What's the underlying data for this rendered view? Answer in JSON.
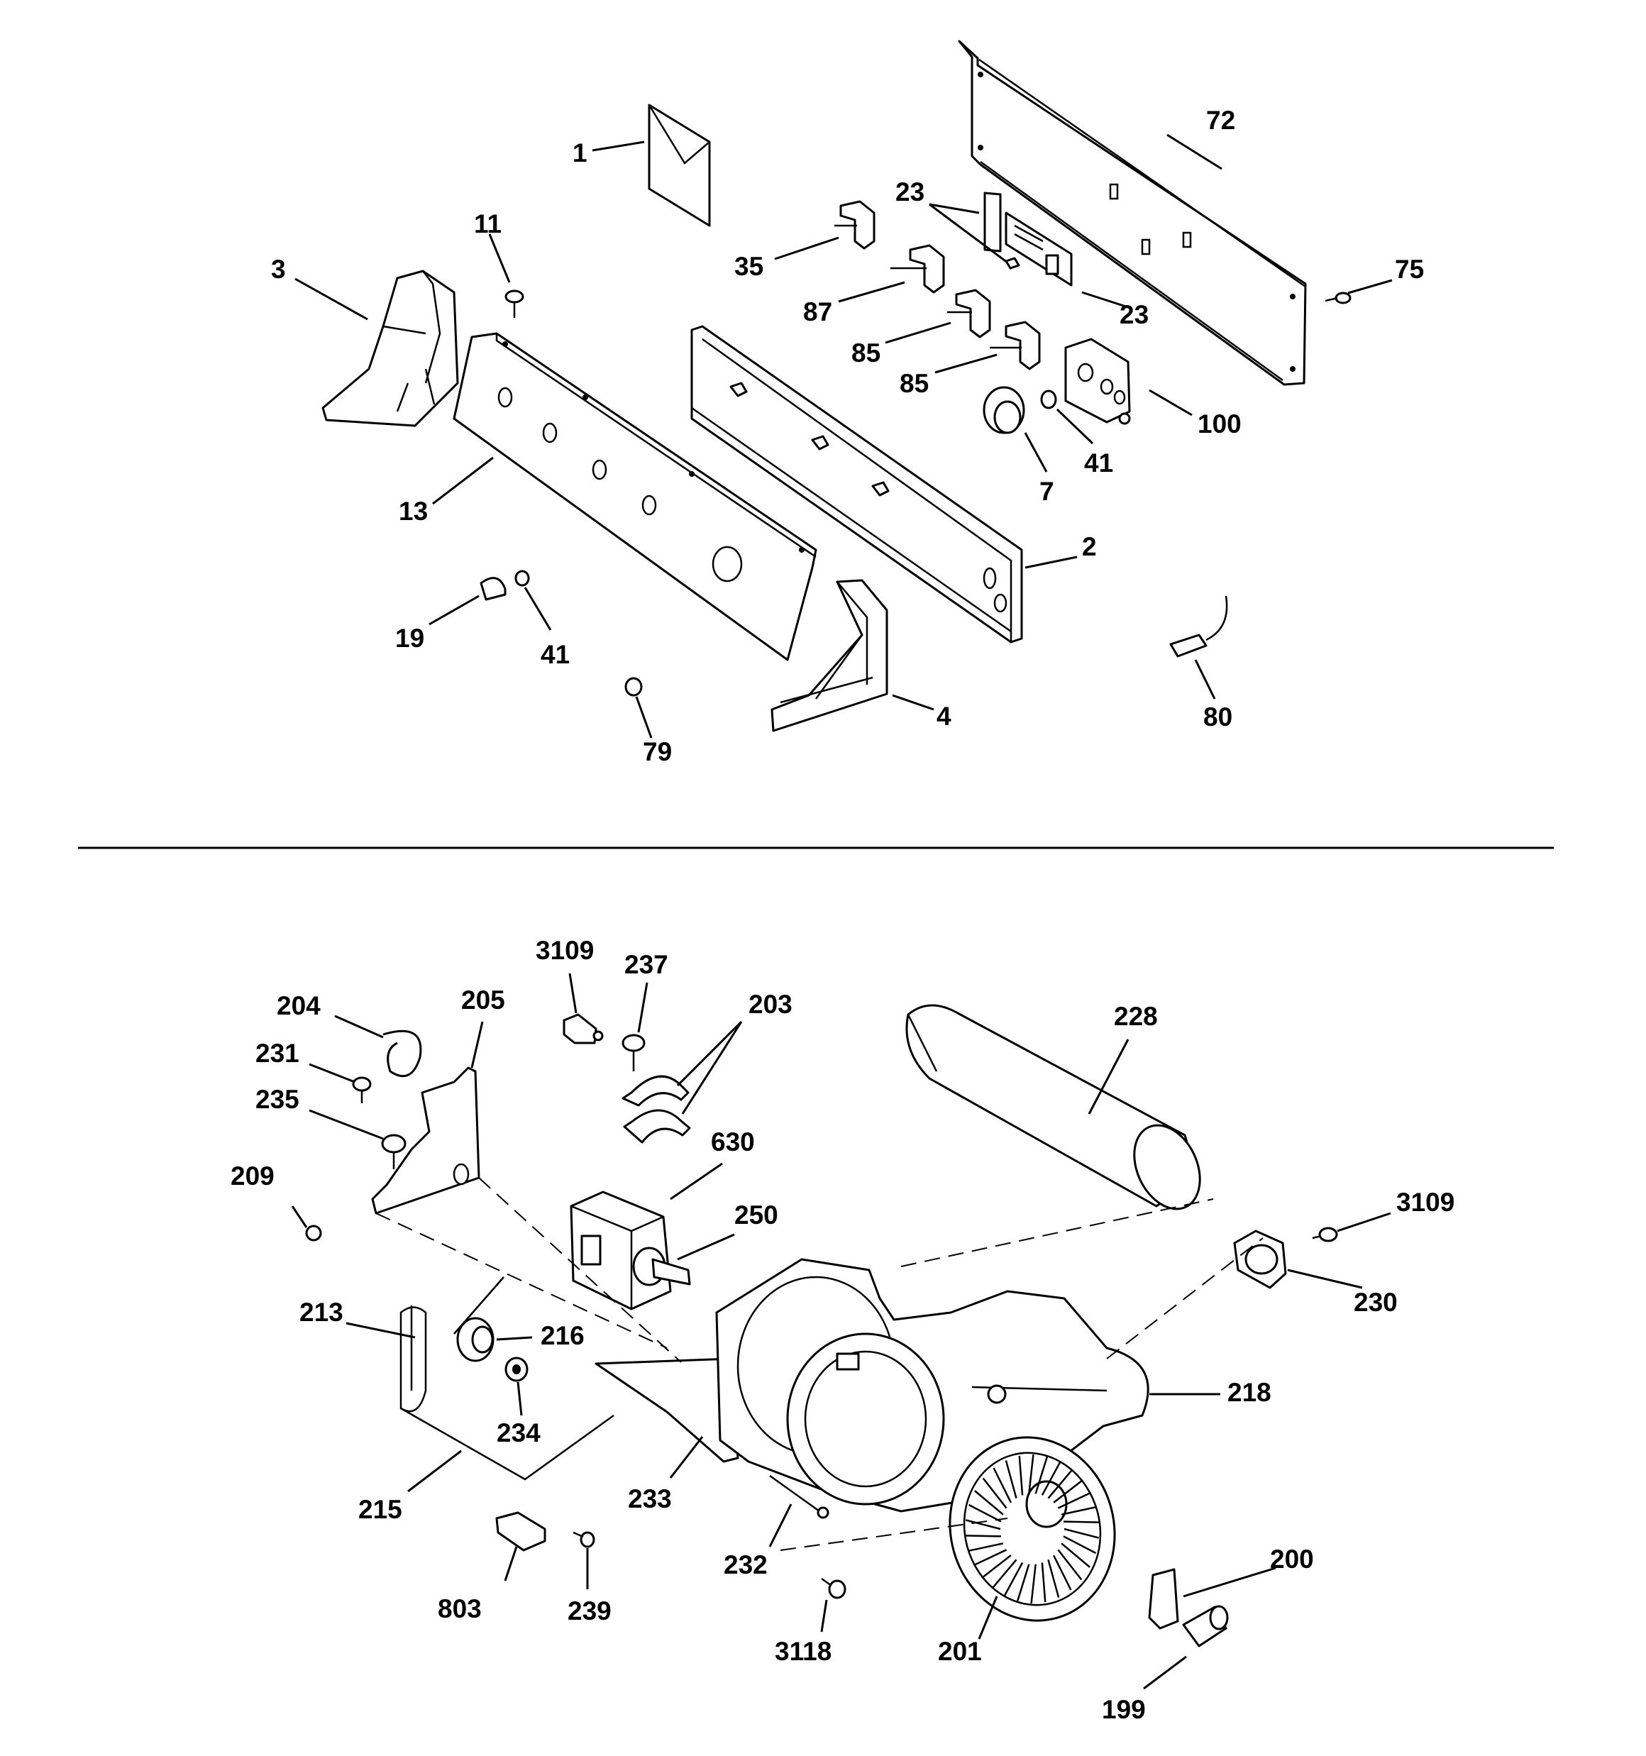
{
  "top_section": {
    "labels": {
      "p1": "1",
      "p72": "72",
      "p23a": "23",
      "p23b": "23",
      "p35": "35",
      "p75": "75",
      "p11": "11",
      "p3": "3",
      "p87": "87",
      "p85a": "85",
      "p85b": "85",
      "p100": "100",
      "p41a": "41",
      "p7": "7",
      "p13": "13",
      "p2": "2",
      "p19": "19",
      "p41b": "41",
      "p79": "79",
      "p4": "4",
      "p80": "80"
    }
  },
  "bottom_section": {
    "labels": {
      "p3109a": "3109",
      "p237": "237",
      "p203": "203",
      "p204": "204",
      "p205": "205",
      "p231": "231",
      "p235": "235",
      "p228": "228",
      "p630": "630",
      "p209": "209",
      "p250": "250",
      "p3109b": "3109",
      "p230": "230",
      "p213": "213",
      "p216": "216",
      "p218": "218",
      "p234": "234",
      "p215": "215",
      "p233": "233",
      "p232": "232",
      "p200": "200",
      "p803": "803",
      "p239": "239",
      "p3118": "3118",
      "p201": "201",
      "p199": "199"
    }
  }
}
